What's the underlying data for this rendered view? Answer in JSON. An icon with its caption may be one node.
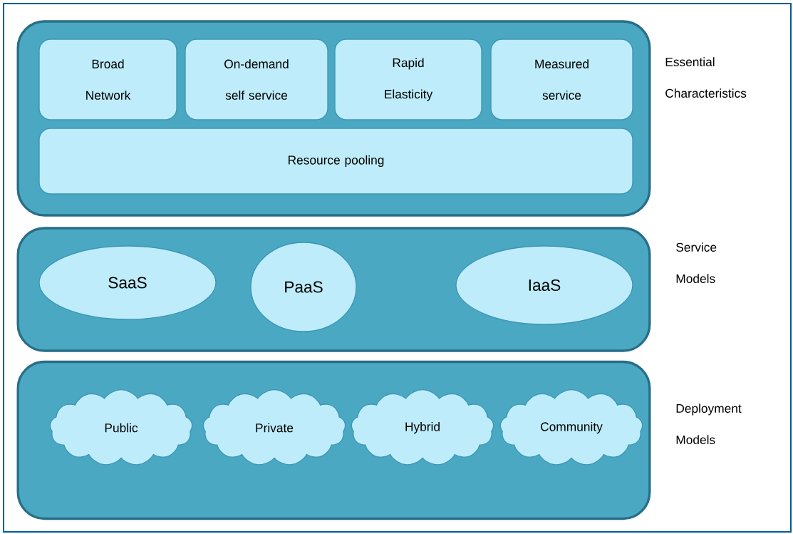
{
  "diagram": {
    "nodes": [
      {
        "text": [
          "Essential Characteristics"
        ]
      },
      {
        "text": [
          "Broad Network"
        ],
        "in": 0
      },
      {
        "text": [
          "On-demand self service"
        ],
        "in": 0
      },
      {
        "text": [
          "Rapid Elasticity"
        ],
        "in": 0
      },
      {
        "text": [
          "Measured service"
        ],
        "in": 0
      },
      {
        "text": [
          "Resource pooling"
        ],
        "in": 0
      },
      {
        "text": [
          "Service Models"
        ]
      },
      {
        "text": [
          "SaaS"
        ],
        "in": 6
      },
      {
        "text": [
          "PaaS"
        ],
        "in": 6
      },
      {
        "text": [
          "IaaS"
        ],
        "in": 6
      },
      {
        "text": [
          "Deployment Models"
        ]
      },
      {
        "text": [
          "Public"
        ],
        "in": 10
      },
      {
        "text": [
          "Private"
        ],
        "in": 10
      },
      {
        "text": [
          "Hybrid"
        ],
        "in": 10
      },
      {
        "text": [
          "Community"
        ],
        "in": 10
      }
    ]
  }
}
